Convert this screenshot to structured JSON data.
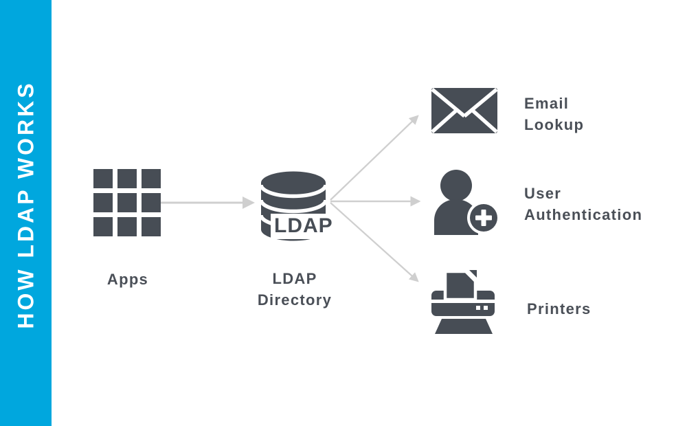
{
  "sidebar": {
    "title": "HOW LDAP WORKS"
  },
  "colors": {
    "accent": "#00A7DE",
    "icon_dark": "#474D55",
    "label_text": "#4A4F57",
    "arrow": "#CFCFCF",
    "sidebar_text": "#FFFFFF",
    "background": "#FFFFFF"
  },
  "diagram": {
    "apps": {
      "label": "Apps",
      "icon": "apps-grid-icon"
    },
    "ldap": {
      "badge": "LDAP",
      "label_line1": "LDAP",
      "label_line2": "Directory",
      "icon": "database-icon"
    },
    "email": {
      "label_line1": "Email",
      "label_line2": "Lookup",
      "icon": "envelope-icon"
    },
    "user": {
      "label_line1": "User",
      "label_line2": "Authentication",
      "icon": "user-add-icon"
    },
    "printers": {
      "label": "Printers",
      "icon": "printer-icon"
    },
    "edges": [
      {
        "from": "Apps",
        "to": "LDAP Directory"
      },
      {
        "from": "LDAP Directory",
        "to": "Email Lookup"
      },
      {
        "from": "LDAP Directory",
        "to": "User Authentication"
      },
      {
        "from": "LDAP Directory",
        "to": "Printers"
      }
    ]
  }
}
